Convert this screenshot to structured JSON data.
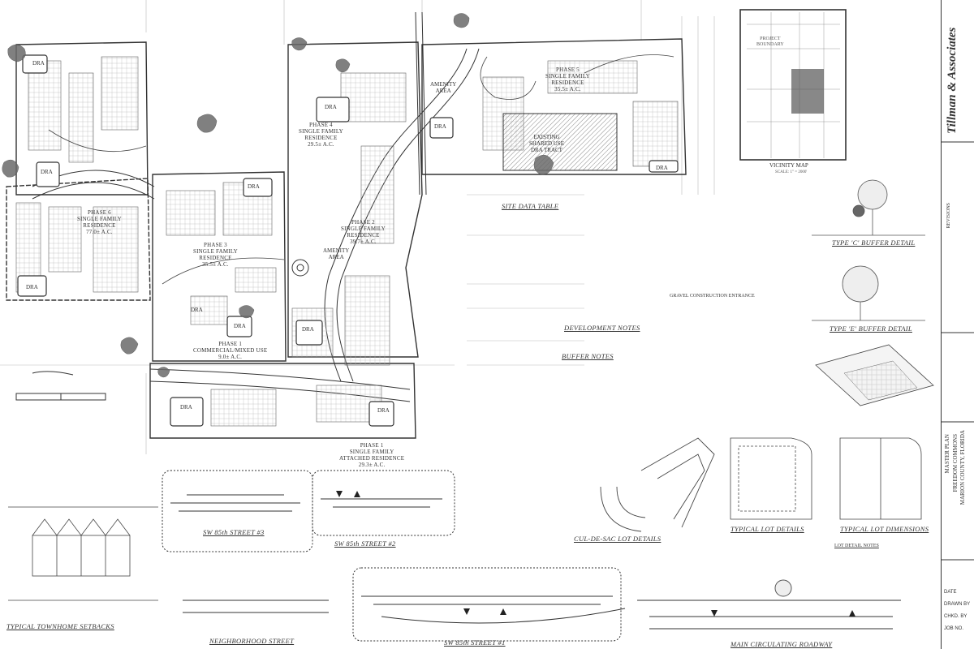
{
  "phases": [
    {
      "name": "PHASE 6",
      "use": "SINGLE FAMILY",
      "use2": "RESIDENCE",
      "area": "77.0± A.C."
    },
    {
      "name": "PHASE 4",
      "use": "SINGLE FAMILY",
      "use2": "RESIDENCE",
      "area": "29.5± A.C."
    },
    {
      "name": "PHASE 5",
      "use": "SINGLE FAMILY",
      "use2": "RESIDENCE",
      "area": "35.5± A.C."
    },
    {
      "name": "PHASE 2",
      "use": "SINGLE FAMILY",
      "use2": "RESIDENCE",
      "area": "39.7± A.C."
    },
    {
      "name": "PHASE 3",
      "use": "SINGLE FAMILY",
      "use2": "RESIDENCE",
      "area": "35.5± A.C."
    },
    {
      "name": "PHASE 1",
      "use": "COMMERCIAL/MIXED USE",
      "use2": "",
      "area": "9.0± A.C."
    },
    {
      "name": "PHASE 1",
      "use": "SINGLE FAMILY",
      "use2": "ATTACHED RESIDENCE",
      "area": "29.3± A.C."
    }
  ],
  "areas": {
    "dra": "DRA",
    "amenity": "AMENITY",
    "amenity2": "AREA",
    "existing1": "EXISTING",
    "existing2": "SHARED USE",
    "existing3": "DRA TRACT"
  },
  "vicinity": {
    "title": "VICINITY MAP",
    "scale": "SCALE: 1\" = 2000'",
    "project": "PROJECT",
    "boundary": "BOUNDARY"
  },
  "captions": {
    "site_data": "SITE DATA TABLE",
    "dev_notes": "DEVELOPMENT NOTES",
    "buffer_notes": "BUFFER NOTES",
    "gravel": "GRAVEL CONSTRUCTION ENTRANCE",
    "type_c": "TYPE 'C' BUFFER DETAIL",
    "type_e": "TYPE 'E' BUFFER DETAIL",
    "cul": "CUL-DE-SAC LOT DETAILS",
    "lot_details": "TYPICAL LOT DETAILS",
    "lot_dims": "TYPICAL LOT DIMENSIONS",
    "lot_notes": "LOT DETAIL NOTES",
    "townhome": "TYPICAL TOWNHOME SETBACKS",
    "sw85_3": "SW 85th STREET #3",
    "sw85_2": "SW 85th STREET #2",
    "sw85_1": "SW 85th STREET #1",
    "neighborhood": "NEIGHBORHOOD STREET",
    "main_road": "MAIN CIRCULATING ROADWAY"
  },
  "titleblock": {
    "firm": "Tillman & Associates",
    "revisions": "REVISIONS",
    "project1": "MASTER PLAN",
    "project2": "FREEDOM COMMONS",
    "project3": "MARION COUNTY, FLORIDA",
    "date": "DATE",
    "drawn": "DRAWN BY",
    "chkd": "CHKD. BY",
    "job": "JOB NO."
  },
  "colors": {
    "line": "#333333",
    "tree": "#6a6a6a",
    "paper": "#ffffff"
  }
}
